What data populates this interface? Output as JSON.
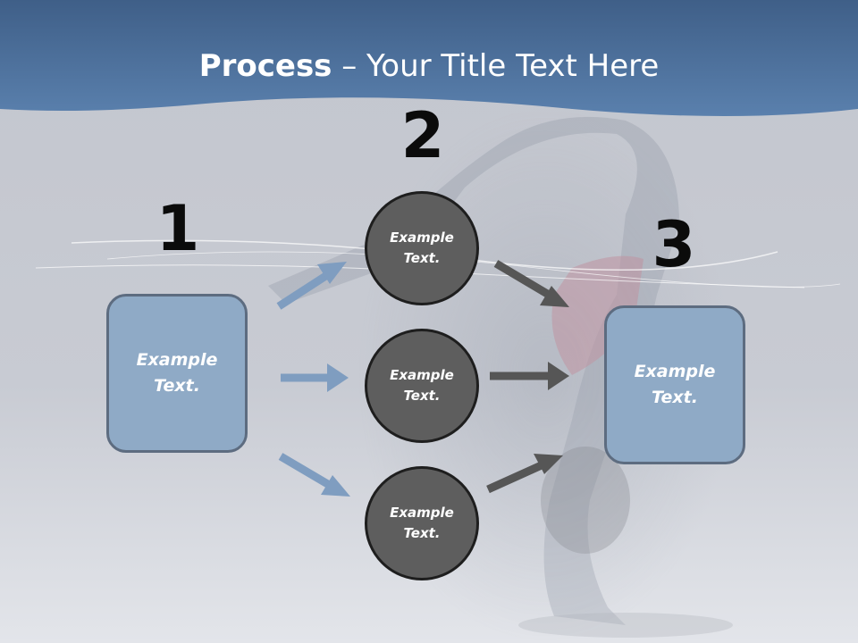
{
  "title": {
    "bold": "Process",
    "rest": " – Your Title Text Here"
  },
  "colors": {
    "header": "#4f76a4",
    "box_fill": "#8faac6",
    "circle_fill": "#5e5e5e",
    "arrow_blue": "#7f9dc0",
    "arrow_dark": "#565656"
  },
  "steps": {
    "one": {
      "number": "1",
      "text": "Example Text."
    },
    "two": {
      "number": "2"
    },
    "three": {
      "number": "3",
      "text": "Example Text."
    }
  },
  "circles": [
    {
      "text": "Example Text."
    },
    {
      "text": "Example Text."
    },
    {
      "text": "Example Text."
    }
  ]
}
